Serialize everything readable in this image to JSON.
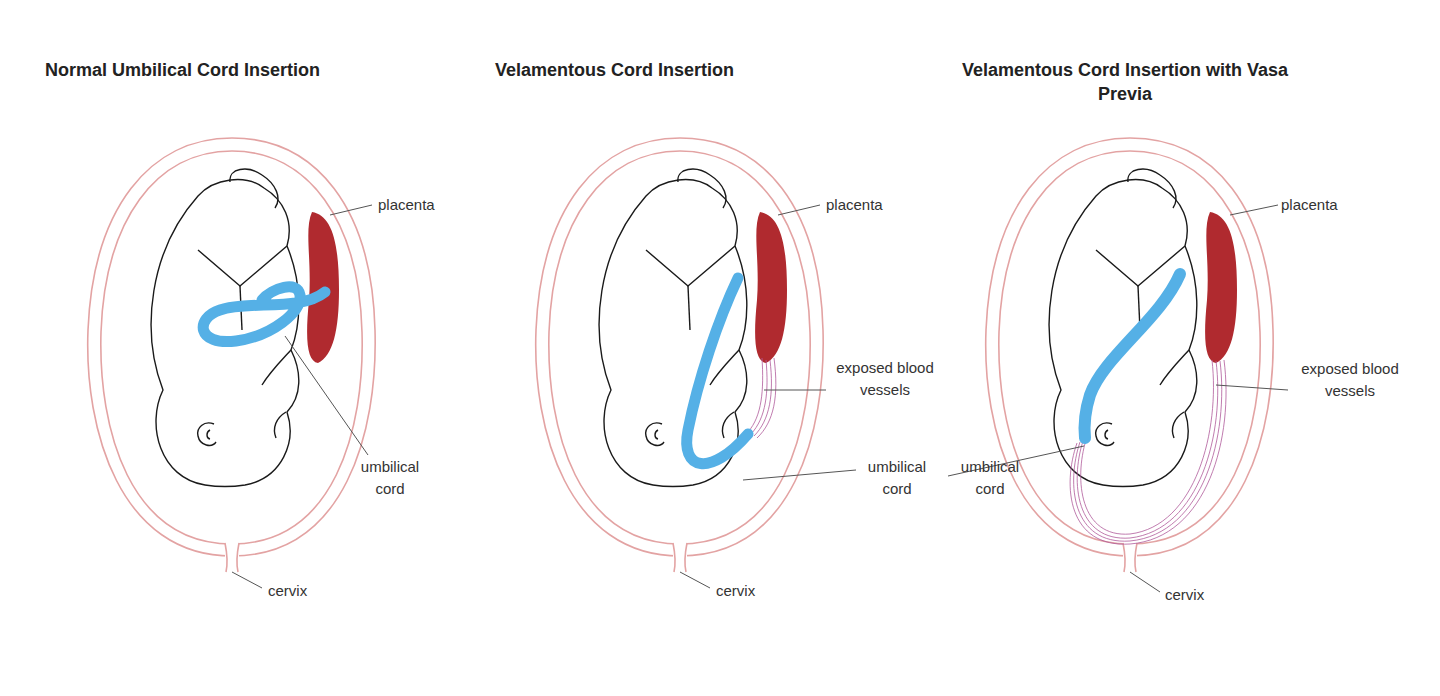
{
  "diagram": {
    "labels": [
      "Normal Umbilical Cord Insertion",
      "placenta",
      "umbilical cord",
      "cervix",
      "Velamentous Cord Insertion",
      "placenta",
      "exposed blood vessels",
      "umbilical cord",
      "cervix",
      "Velamentous Cord Insertion with Vasa Previa",
      "placenta",
      "exposed blood vessels",
      "umbilical cord",
      "cervix"
    ]
  }
}
